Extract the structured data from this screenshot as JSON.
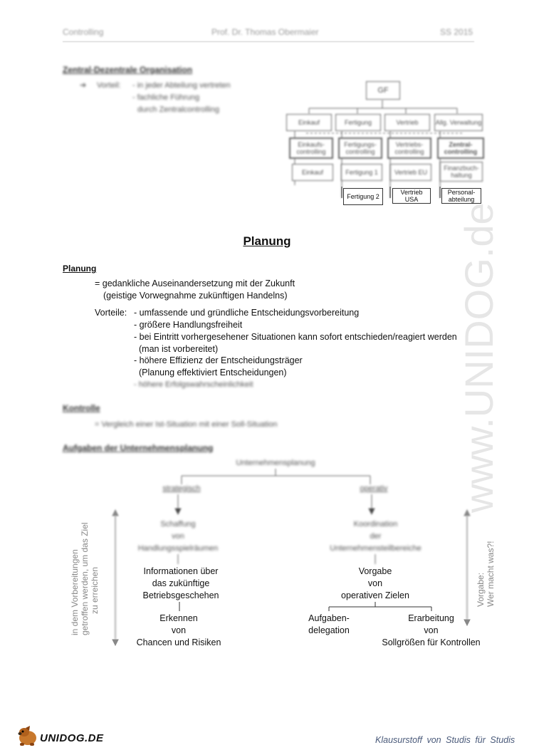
{
  "header": {
    "left": "Controlling",
    "center": "Prof. Dr. Thomas Obermaier",
    "right": "SS 2015"
  },
  "zentral": {
    "title": "Zentral-Dezentrale Organisation",
    "vorteil_label": "Vorteil:",
    "lines": [
      "- in jeder Abteilung vertreten",
      "- fachliche Führung",
      "durch Zentralcontrolling"
    ],
    "org": {
      "top": "GF",
      "row1": [
        "Einkauf",
        "Fertigung",
        "Vertrieb",
        "Allg. Verwaltung"
      ],
      "row2": [
        "Einkaufs-controlling",
        "Fertigungs-controlling",
        "Vertriebs-controlling",
        "Zentral-controlling"
      ],
      "row3": [
        "Einkauf",
        "Fertigung 1",
        "Vertrieb EU",
        "Finanzbuch-haltung"
      ],
      "row4": [
        "Fertigung 2",
        "Vertrieb USA",
        "Personal-abteilung"
      ]
    }
  },
  "main_title": "Planung",
  "planung": {
    "title": "Planung",
    "def1": "= gedankliche Auseinandersetzung mit der Zukunft",
    "def2": "(geistige Vorwegnahme zukünftigen Handelns)",
    "vorteile_label": "Vorteile:",
    "vorteile": [
      "- umfassende und gründliche Entscheidungsvorbereitung",
      "- größere Handlungsfreiheit",
      "- bei Eintritt vorhergesehener Situationen kann sofort entschieden/reagiert werden",
      "(man ist vorbereitet)",
      "- höhere Effizienz der Entscheidungsträger",
      "(Planung effektiviert Entscheidungen)",
      "- höhere Erfolgswahrscheinlichkeit"
    ]
  },
  "kontrolle": {
    "title": "Kontrolle",
    "def": "= Vergleich einer Ist-Situation mit einer Soll-Situation"
  },
  "aufgaben": {
    "title": "Aufgaben der Unternehmensplanung",
    "root": "Unternehmensplanung",
    "left_branch": "strategisch",
    "right_branch": "operativ",
    "left_box": [
      "Schaffung",
      "von",
      "Handlungsspielräumen"
    ],
    "right_box": [
      "Koordination",
      "der",
      "Unternehmensteilbereiche"
    ],
    "left_info": [
      "Informationen über",
      "das zukünftige",
      "Betriebsgeschehen"
    ],
    "right_info": [
      "Vorgabe",
      "von",
      "operativen Zielen"
    ],
    "left_result": [
      "Erkennen",
      "von",
      "Chancen und Risiken"
    ],
    "right_result_left": [
      "Aufgaben-",
      "delegation"
    ],
    "right_result_right": [
      "Erarbeitung",
      "von",
      "Sollgrößen für Kontrollen"
    ],
    "left_vertical": [
      "in dem Vorbereitungen",
      "getroffen werden, um das Ziel",
      "zu erreichen"
    ],
    "right_vertical": [
      "Vorgabe:",
      "Wer macht was?!"
    ]
  },
  "watermark": "www.UNIDOG.de",
  "footer": {
    "logo": "UNIDOG.DE",
    "tagline": "Klausurstoff von Studis für Studis"
  }
}
